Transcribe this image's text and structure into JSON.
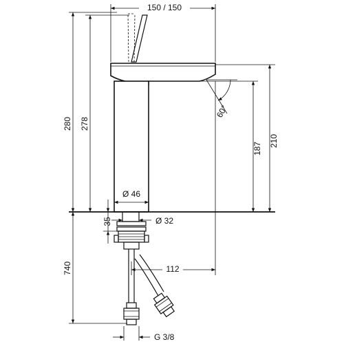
{
  "dimensions": {
    "top_width": "150 / 150",
    "height_total": "280",
    "height_278": "278",
    "spout_angle": "60°",
    "height_187": "187",
    "height_210": "210",
    "diameter_body": "Ø 46",
    "diameter_shank": "Ø 32",
    "shank_height": "35",
    "hose_length": "740",
    "hose_offset": "112",
    "thread": "G 3/8"
  }
}
